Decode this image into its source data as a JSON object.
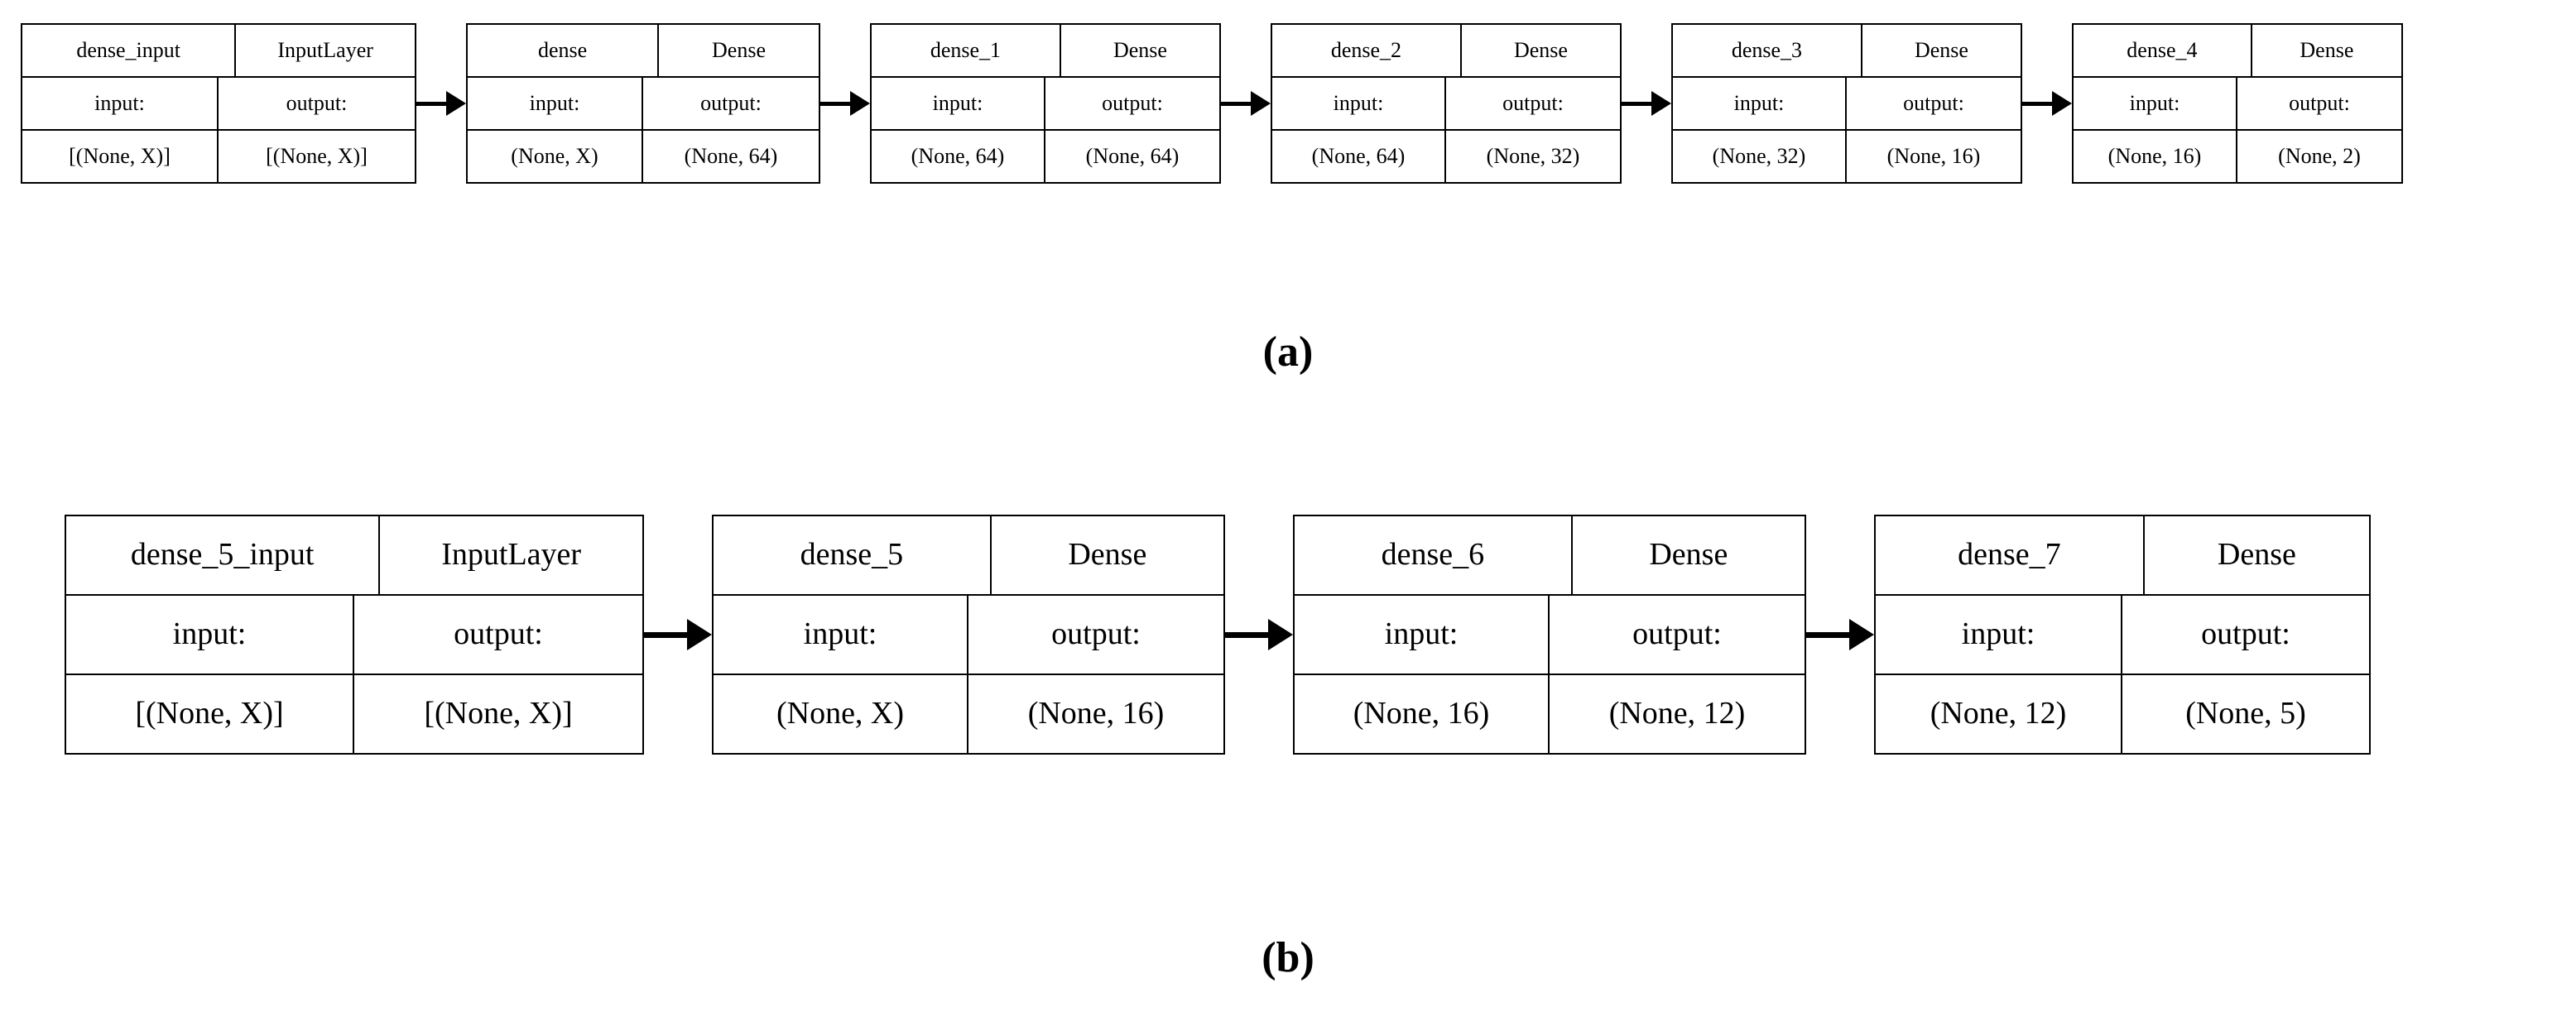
{
  "figure": {
    "background_color": "#ffffff",
    "line_color": "#000000",
    "text_color": "#000000",
    "labels": {
      "input_label": "input:",
      "output_label": "output:"
    },
    "subfigures": [
      {
        "caption": "(a)",
        "id": "a",
        "node_widths": [
          478,
          428,
          424,
          424,
          424,
          400
        ],
        "nodes": [
          {
            "name": "dense_input",
            "class_name": "InputLayer",
            "input_shape": "[(None, X)]",
            "output_shape": "[(None, X)]"
          },
          {
            "name": "dense",
            "class_name": "Dense",
            "input_shape": "(None, X)",
            "output_shape": "(None, 64)"
          },
          {
            "name": "dense_1",
            "class_name": "Dense",
            "input_shape": "(None, 64)",
            "output_shape": "(None, 64)"
          },
          {
            "name": "dense_2",
            "class_name": "Dense",
            "input_shape": "(None, 64)",
            "output_shape": "(None, 32)"
          },
          {
            "name": "dense_3",
            "class_name": "Dense",
            "input_shape": "(None, 32)",
            "output_shape": "(None, 16)"
          },
          {
            "name": "dense_4",
            "class_name": "Dense",
            "input_shape": "(None, 16)",
            "output_shape": "(None, 2)"
          }
        ]
      },
      {
        "caption": "(b)",
        "id": "b",
        "node_widths": [
          700,
          620,
          620,
          600
        ],
        "nodes": [
          {
            "name": "dense_5_input",
            "class_name": "InputLayer",
            "input_shape": "[(None, X)]",
            "output_shape": "[(None, X)]"
          },
          {
            "name": "dense_5",
            "class_name": "Dense",
            "input_shape": "(None, X)",
            "output_shape": "(None, 16)"
          },
          {
            "name": "dense_6",
            "class_name": "Dense",
            "input_shape": "(None, 16)",
            "output_shape": "(None, 12)"
          },
          {
            "name": "dense_7",
            "class_name": "Dense",
            "input_shape": "(None, 12)",
            "output_shape": "(None, 5)"
          }
        ]
      }
    ]
  }
}
